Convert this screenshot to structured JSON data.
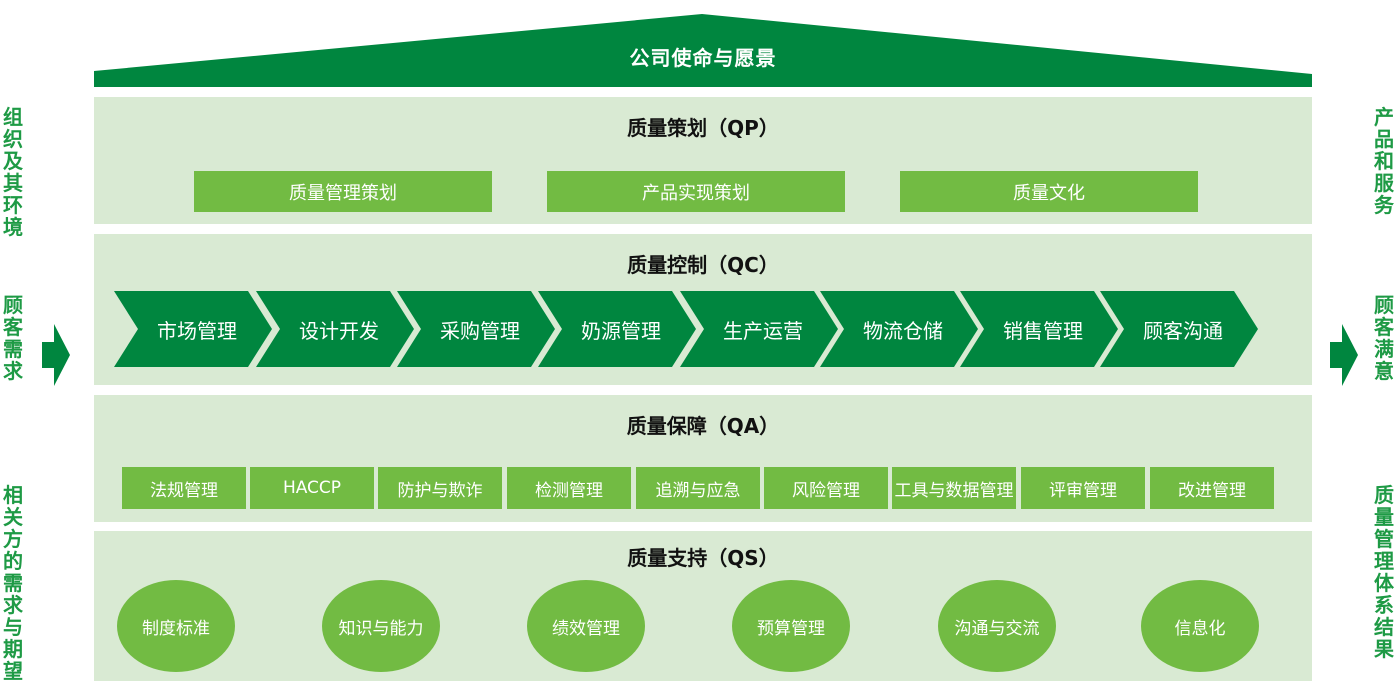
{
  "roof": {
    "title": "公司使命与愿景"
  },
  "qp": {
    "title": "质量策划（QP）",
    "items": [
      "质量管理策划",
      "产品实现策划",
      "质量文化"
    ]
  },
  "qc": {
    "title": "质量控制（QC）",
    "steps": [
      "市场管理",
      "设计开发",
      "采购管理",
      "奶源管理",
      "生产运营",
      "物流仓储",
      "销售管理",
      "顾客沟通"
    ]
  },
  "qa": {
    "title": "质量保障（QA）",
    "items": [
      "法规管理",
      "HACCP",
      "防护与欺诈",
      "检测管理",
      "追溯与应急",
      "风险管理",
      "工具与数据管理",
      "评审管理",
      "改进管理"
    ]
  },
  "qs": {
    "title": "质量支持（QS）",
    "items": [
      "制度标准",
      "知识与能力",
      "绩效管理",
      "预算管理",
      "沟通与交流",
      "信息化"
    ]
  },
  "left_labels": [
    "组织及其环境",
    "顾客需求",
    "相关方的需求与期望"
  ],
  "right_labels": [
    "产品和服务",
    "顾客满意",
    "质量管理体系结果"
  ],
  "colors": {
    "dark_green": "#00863f",
    "light_green": "#72bb43",
    "band_bg": "#d9ead3",
    "side_text": "#1e9a45"
  }
}
